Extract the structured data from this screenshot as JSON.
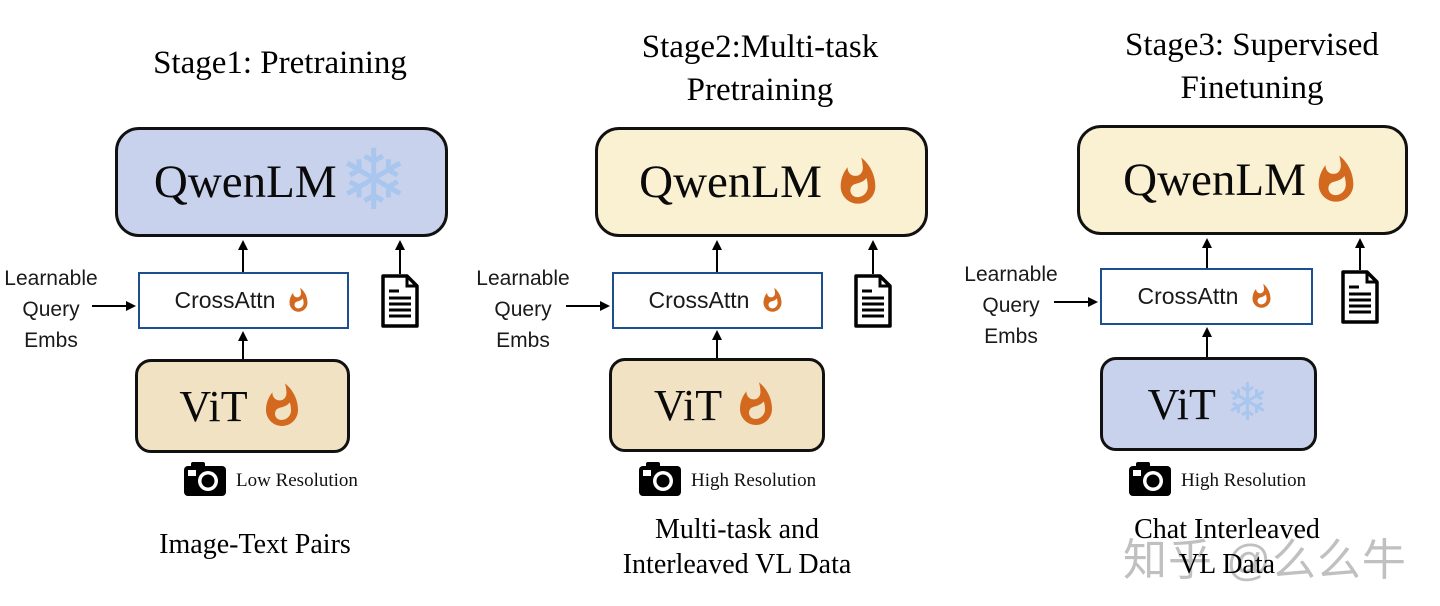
{
  "stages": [
    {
      "title_lines": [
        "Stage1: Pretraining"
      ],
      "qwenlm_label": "QwenLM",
      "qwenlm_state": "frozen",
      "crossattn_label": "CrossAttn",
      "crossattn_state": "trainable",
      "vit_label": "ViT",
      "vit_state": "trainable",
      "learnable_lines": [
        "Learnable",
        "Query",
        "Embs"
      ],
      "resolution_label": "Low Resolution",
      "data_caption_lines": [
        "Image-Text Pairs"
      ]
    },
    {
      "title_lines": [
        "Stage2:Multi-task",
        "Pretraining"
      ],
      "qwenlm_label": "QwenLM",
      "qwenlm_state": "trainable",
      "crossattn_label": "CrossAttn",
      "crossattn_state": "trainable",
      "vit_label": "ViT",
      "vit_state": "trainable",
      "learnable_lines": [
        "Learnable",
        "Query",
        "Embs"
      ],
      "resolution_label": "High Resolution",
      "data_caption_lines": [
        "Multi-task and",
        "Interleaved VL Data"
      ]
    },
    {
      "title_lines": [
        "Stage3: Supervised",
        "Finetuning"
      ],
      "qwenlm_label": "QwenLM",
      "qwenlm_state": "trainable",
      "crossattn_label": "CrossAttn",
      "crossattn_state": "trainable",
      "vit_label": "ViT",
      "vit_state": "frozen",
      "learnable_lines": [
        "Learnable",
        "Query",
        "Embs"
      ],
      "resolution_label": "High Resolution",
      "data_caption_lines": [
        "Chat Interleaved",
        "VL Data"
      ]
    }
  ],
  "glyphs": {
    "snowflake": "❄"
  },
  "colors": {
    "frozen_fill": "#c9d2ec",
    "trainable_lm_fill": "#faf0d2",
    "trainable_vit_fill": "#f0e2c2",
    "crossattn_border": "#1c4f8f",
    "flame_orange": "#d2691e",
    "snowflake_blue": "#a8c6ee",
    "watermark_gray": "#c0c0c0"
  },
  "watermark": "知乎 @么么牛"
}
